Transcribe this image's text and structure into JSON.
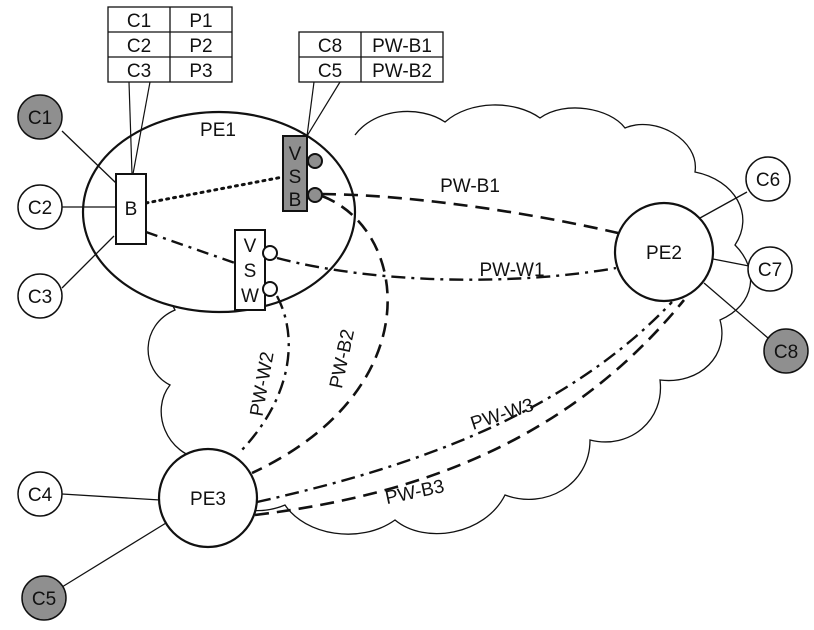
{
  "pe_nodes": {
    "pe1": "PE1",
    "pe2": "PE2",
    "pe3": "PE3"
  },
  "customers": {
    "c1": "C1",
    "c2": "C2",
    "c3": "C3",
    "c4": "C4",
    "c5": "C5",
    "c6": "C6",
    "c7": "C7",
    "c8": "C8"
  },
  "colors": {
    "highlight_fill": "#8f8f8f",
    "plain_fill": "#ffffff",
    "stroke": "#111111"
  },
  "bridge_label": "B",
  "vsb_letters": [
    "V",
    "S",
    "B"
  ],
  "vsw_letters": [
    "V",
    "S",
    "W"
  ],
  "table_b": [
    [
      "C1",
      "P1"
    ],
    [
      "C2",
      "P2"
    ],
    [
      "C3",
      "P3"
    ]
  ],
  "table_vsb": [
    [
      "C8",
      "PW-B1"
    ],
    [
      "C5",
      "PW-B2"
    ]
  ],
  "pseudowires": {
    "pw_b1": "PW-B1",
    "pw_w1": "PW-W1",
    "pw_w2": "PW-W2",
    "pw_b2": "PW-B2",
    "pw_w3": "PW-W3",
    "pw_b3": "PW-B3"
  }
}
